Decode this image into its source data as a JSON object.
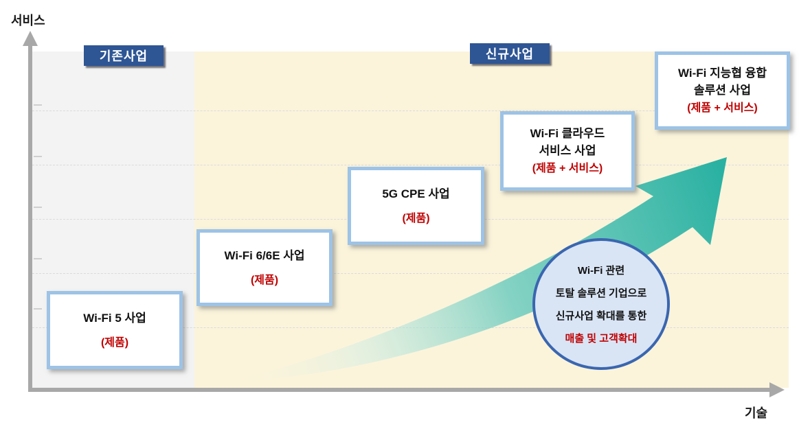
{
  "axes": {
    "y_label": "서비스",
    "x_label": "기술"
  },
  "badges": {
    "existing": "기존사업",
    "new": "신규사업"
  },
  "boxes": [
    {
      "title": "Wi-Fi 5 사업",
      "subtitle": "(제품)"
    },
    {
      "title": "Wi-Fi 6/6E 사업",
      "subtitle": "(제품)"
    },
    {
      "title": "5G CPE 사업",
      "subtitle": "(제품)"
    },
    {
      "title": "Wi-Fi 클라우드",
      "title2": "서비스 사업",
      "subtitle": "(제품 + 서비스)"
    },
    {
      "title": "Wi-Fi 지능협 융합",
      "title2": "솔루션 사업",
      "subtitle": "(제품 + 서비스)"
    }
  ],
  "circle": {
    "line1": "Wi-Fi 관련",
    "line2": "토탈 솔루션 기업으로",
    "line3": "신규사업 확대를 통한",
    "line4": "매출 및 고객확대"
  },
  "icons": {
    "y_axis_arrow": "arrow-up",
    "x_axis_arrow": "arrow-right",
    "growth_arrow": "swoosh-arrow-up-right"
  },
  "colors": {
    "navy": "#2E5594",
    "box_border": "#9DC3E6",
    "red": "#C00000",
    "cream": "#FBF4DB",
    "gray_region": "#F3F3F3",
    "axis_gray": "#A8A8A8",
    "grid": "#DADADA",
    "circle_fill": "#D9E5F5",
    "circle_border": "#3A66B0",
    "teal": "#2AB1A2"
  }
}
